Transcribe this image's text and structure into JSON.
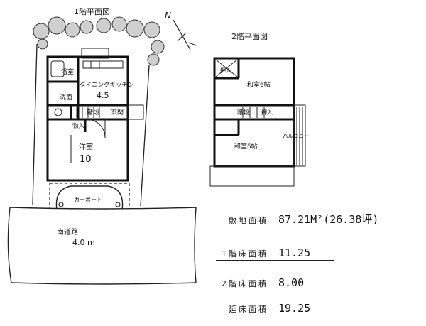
{
  "floor1": {
    "title": "1階平面図",
    "rooms": {
      "bath": "浴室",
      "wash": "洗面",
      "dining_kitchen": "ダイニングキッチン",
      "dining_kitchen_size": "4.5",
      "stairs": "階段",
      "entrance": "玄関",
      "storage": "物入",
      "western": "洋室",
      "western_size": "10"
    },
    "carport": "カーポート"
  },
  "floor2": {
    "title": "2階平面図",
    "rooms": {
      "closet_top": "押入",
      "japanese_top": "和室6帖",
      "stairs": "階段",
      "closet_mid": "押入",
      "japanese_bottom": "和室6帖",
      "balcony": "バルコニー"
    }
  },
  "road": {
    "label": "南道路",
    "width": "4.0 m"
  },
  "compass": {
    "label": "N"
  },
  "areas": {
    "site": {
      "label": "敷地面積",
      "value": "87.21M²(26.38坪)"
    },
    "floor1": {
      "label": "1階床面積",
      "value": "11.25"
    },
    "floor2": {
      "label": "2階床面積",
      "value": "8.00"
    },
    "total": {
      "label": "延床面積",
      "value": "19.25"
    }
  }
}
